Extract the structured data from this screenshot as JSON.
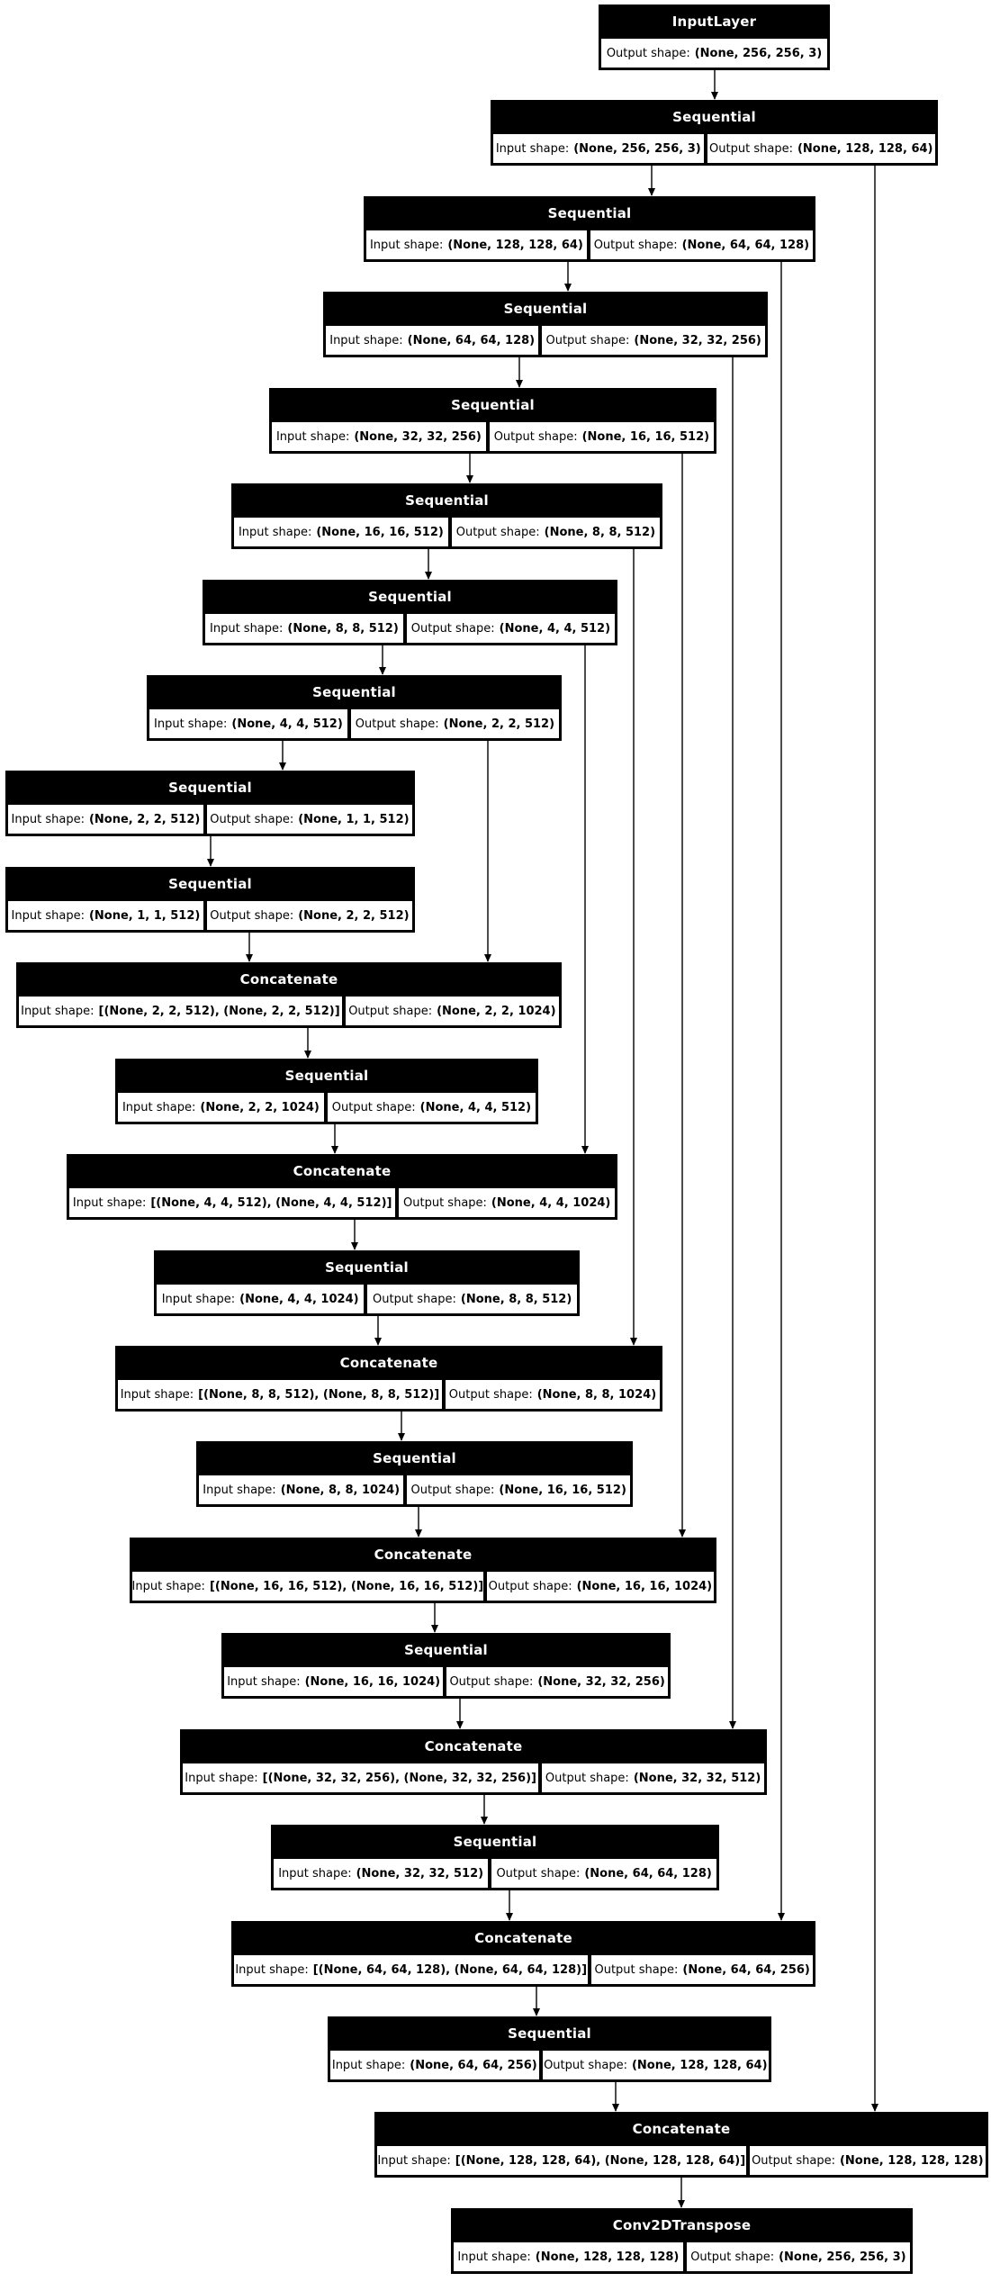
{
  "diagram": {
    "type": "keras-model-architecture-graph",
    "colors": {
      "background": "#ffffff",
      "node_fill": "#000000",
      "node_title_text": "#ffffff",
      "cell_fill": "#ffffff",
      "cell_text": "#000000",
      "edge": "#000000"
    },
    "nodes": [
      {
        "title": "InputLayer",
        "output_label": "Output shape:",
        "output_shape": "(None, 256, 256, 3)"
      },
      {
        "title": "Sequential",
        "input_label": "Input shape:",
        "input_shape": "(None, 256, 256, 3)",
        "output_label": "Output shape:",
        "output_shape": "(None, 128, 128, 64)"
      },
      {
        "title": "Sequential",
        "input_label": "Input shape:",
        "input_shape": "(None, 128, 128, 64)",
        "output_label": "Output shape:",
        "output_shape": "(None, 64, 64, 128)"
      },
      {
        "title": "Sequential",
        "input_label": "Input shape:",
        "input_shape": "(None, 64, 64, 128)",
        "output_label": "Output shape:",
        "output_shape": "(None, 32, 32, 256)"
      },
      {
        "title": "Sequential",
        "input_label": "Input shape:",
        "input_shape": "(None, 32, 32, 256)",
        "output_label": "Output shape:",
        "output_shape": "(None, 16, 16, 512)"
      },
      {
        "title": "Sequential",
        "input_label": "Input shape:",
        "input_shape": "(None, 16, 16, 512)",
        "output_label": "Output shape:",
        "output_shape": "(None, 8, 8, 512)"
      },
      {
        "title": "Sequential",
        "input_label": "Input shape:",
        "input_shape": "(None, 8, 8, 512)",
        "output_label": "Output shape:",
        "output_shape": "(None, 4, 4, 512)"
      },
      {
        "title": "Sequential",
        "input_label": "Input shape:",
        "input_shape": "(None, 4, 4, 512)",
        "output_label": "Output shape:",
        "output_shape": "(None, 2, 2, 512)"
      },
      {
        "title": "Sequential",
        "input_label": "Input shape:",
        "input_shape": "(None, 2, 2, 512)",
        "output_label": "Output shape:",
        "output_shape": "(None, 1, 1, 512)"
      },
      {
        "title": "Sequential",
        "input_label": "Input shape:",
        "input_shape": "(None, 1, 1, 512)",
        "output_label": "Output shape:",
        "output_shape": "(None, 2, 2, 512)"
      },
      {
        "title": "Concatenate",
        "input_label": "Input shape:",
        "input_shape": "[(None, 2, 2, 512), (None, 2, 2, 512)]",
        "output_label": "Output shape:",
        "output_shape": "(None, 2, 2, 1024)"
      },
      {
        "title": "Sequential",
        "input_label": "Input shape:",
        "input_shape": "(None, 2, 2, 1024)",
        "output_label": "Output shape:",
        "output_shape": "(None, 4, 4, 512)"
      },
      {
        "title": "Concatenate",
        "input_label": "Input shape:",
        "input_shape": "[(None, 4, 4, 512), (None, 4, 4, 512)]",
        "output_label": "Output shape:",
        "output_shape": "(None, 4, 4, 1024)"
      },
      {
        "title": "Sequential",
        "input_label": "Input shape:",
        "input_shape": "(None, 4, 4, 1024)",
        "output_label": "Output shape:",
        "output_shape": "(None, 8, 8, 512)"
      },
      {
        "title": "Concatenate",
        "input_label": "Input shape:",
        "input_shape": "[(None, 8, 8, 512), (None, 8, 8, 512)]",
        "output_label": "Output shape:",
        "output_shape": "(None, 8, 8, 1024)"
      },
      {
        "title": "Sequential",
        "input_label": "Input shape:",
        "input_shape": "(None, 8, 8, 1024)",
        "output_label": "Output shape:",
        "output_shape": "(None, 16, 16, 512)"
      },
      {
        "title": "Concatenate",
        "input_label": "Input shape:",
        "input_shape": "[(None, 16, 16, 512), (None, 16, 16, 512)]",
        "output_label": "Output shape:",
        "output_shape": "(None, 16, 16, 1024)"
      },
      {
        "title": "Sequential",
        "input_label": "Input shape:",
        "input_shape": "(None, 16, 16, 1024)",
        "output_label": "Output shape:",
        "output_shape": "(None, 32, 32, 256)"
      },
      {
        "title": "Concatenate",
        "input_label": "Input shape:",
        "input_shape": "[(None, 32, 32, 256), (None, 32, 32, 256)]",
        "output_label": "Output shape:",
        "output_shape": "(None, 32, 32, 512)"
      },
      {
        "title": "Sequential",
        "input_label": "Input shape:",
        "input_shape": "(None, 32, 32, 512)",
        "output_label": "Output shape:",
        "output_shape": "(None, 64, 64, 128)"
      },
      {
        "title": "Concatenate",
        "input_label": "Input shape:",
        "input_shape": "[(None, 64, 64, 128), (None, 64, 64, 128)]",
        "output_label": "Output shape:",
        "output_shape": "(None, 64, 64, 256)"
      },
      {
        "title": "Sequential",
        "input_label": "Input shape:",
        "input_shape": "(None, 64, 64, 256)",
        "output_label": "Output shape:",
        "output_shape": "(None, 128, 128, 64)"
      },
      {
        "title": "Concatenate",
        "input_label": "Input shape:",
        "input_shape": "[(None, 128, 128, 64), (None, 128, 128, 64)]",
        "output_label": "Output shape:",
        "output_shape": "(None, 128, 128, 128)"
      },
      {
        "title": "Conv2DTranspose",
        "input_label": "Input shape:",
        "input_shape": "(None, 128, 128, 128)",
        "output_label": "Output shape:",
        "output_shape": "(None, 256, 256, 3)"
      }
    ],
    "edges": [
      {
        "from": 0,
        "to": 1
      },
      {
        "from": 1,
        "to": 2
      },
      {
        "from": 2,
        "to": 3
      },
      {
        "from": 3,
        "to": 4
      },
      {
        "from": 4,
        "to": 5
      },
      {
        "from": 5,
        "to": 6
      },
      {
        "from": 6,
        "to": 7
      },
      {
        "from": 7,
        "to": 8
      },
      {
        "from": 8,
        "to": 9
      },
      {
        "from": 9,
        "to": 10
      },
      {
        "from": 10,
        "to": 11
      },
      {
        "from": 11,
        "to": 12
      },
      {
        "from": 12,
        "to": 13
      },
      {
        "from": 13,
        "to": 14
      },
      {
        "from": 14,
        "to": 15
      },
      {
        "from": 15,
        "to": 16
      },
      {
        "from": 16,
        "to": 17
      },
      {
        "from": 17,
        "to": 18
      },
      {
        "from": 18,
        "to": 19
      },
      {
        "from": 19,
        "to": 20
      },
      {
        "from": 20,
        "to": 21
      },
      {
        "from": 21,
        "to": 22
      },
      {
        "from": 22,
        "to": 23
      },
      {
        "from": 7,
        "to": 10,
        "skip": true
      },
      {
        "from": 6,
        "to": 12,
        "skip": true
      },
      {
        "from": 5,
        "to": 14,
        "skip": true
      },
      {
        "from": 4,
        "to": 16,
        "skip": true
      },
      {
        "from": 3,
        "to": 18,
        "skip": true
      },
      {
        "from": 2,
        "to": 20,
        "skip": true
      },
      {
        "from": 1,
        "to": 22,
        "skip": true
      }
    ]
  }
}
